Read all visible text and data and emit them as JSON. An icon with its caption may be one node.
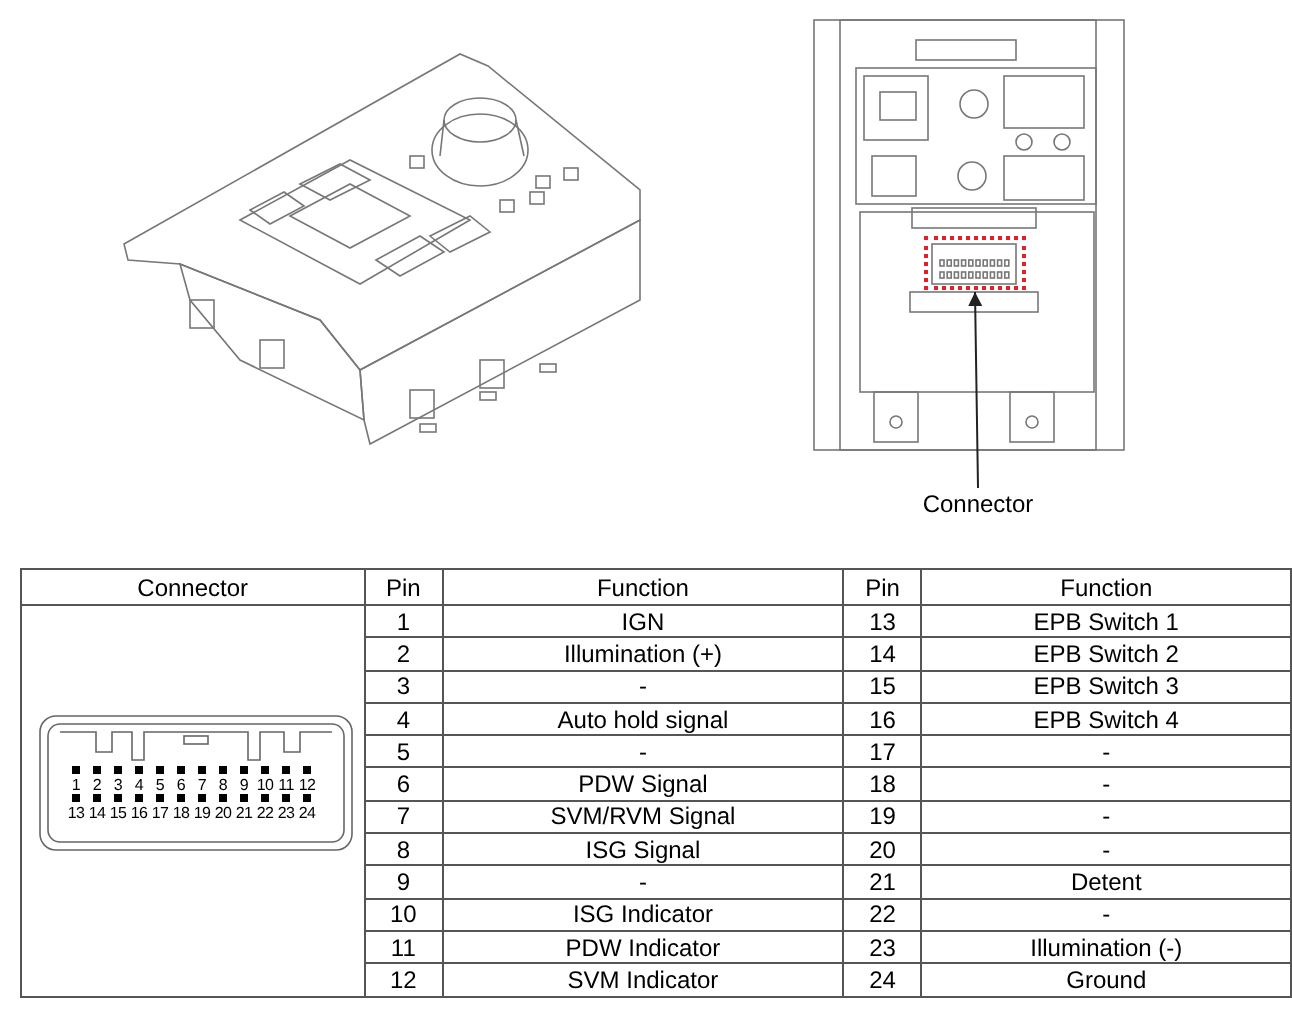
{
  "diagram": {
    "nodes": [
      {
        "text": [
          "Connector"
        ]
      },
      {
        "text": [],
        "shape": "box"
      }
    ],
    "edges": [
      {
        "from": 0,
        "to": 1,
        "arrow": "to"
      }
    ],
    "labels": [
      "Connector",
      "Pin",
      "Function",
      "Pin",
      "Function",
      "1",
      "2",
      "3",
      "4",
      "5",
      "6",
      "7",
      "8",
      "9",
      "10",
      "11",
      "12",
      "13",
      "14",
      "15",
      "16",
      "17",
      "18",
      "19",
      "20",
      "21",
      "22",
      "23",
      "24",
      "1",
      "IGN",
      "13",
      "EPB Switch 1",
      "2",
      "Illumination (+)",
      "14",
      "EPB Switch 2",
      "3",
      "-",
      "15",
      "EPB Switch 3",
      "4",
      "Auto hold signal",
      "16",
      "EPB Switch 4",
      "5",
      "-",
      "17",
      "-",
      "6",
      "PDW Signal",
      "18",
      "-",
      "7",
      "SVM/RVM Signal",
      "19",
      "-",
      "8",
      "ISG Signal",
      "20",
      "-",
      "9",
      "-",
      "21",
      "Detent",
      "10",
      "ISG Indicator",
      "22",
      "-",
      "11",
      "PDW Indicator",
      "23",
      "Illumination (-)",
      "12",
      "SVM Indicator",
      "24",
      "Ground"
    ]
  }
}
